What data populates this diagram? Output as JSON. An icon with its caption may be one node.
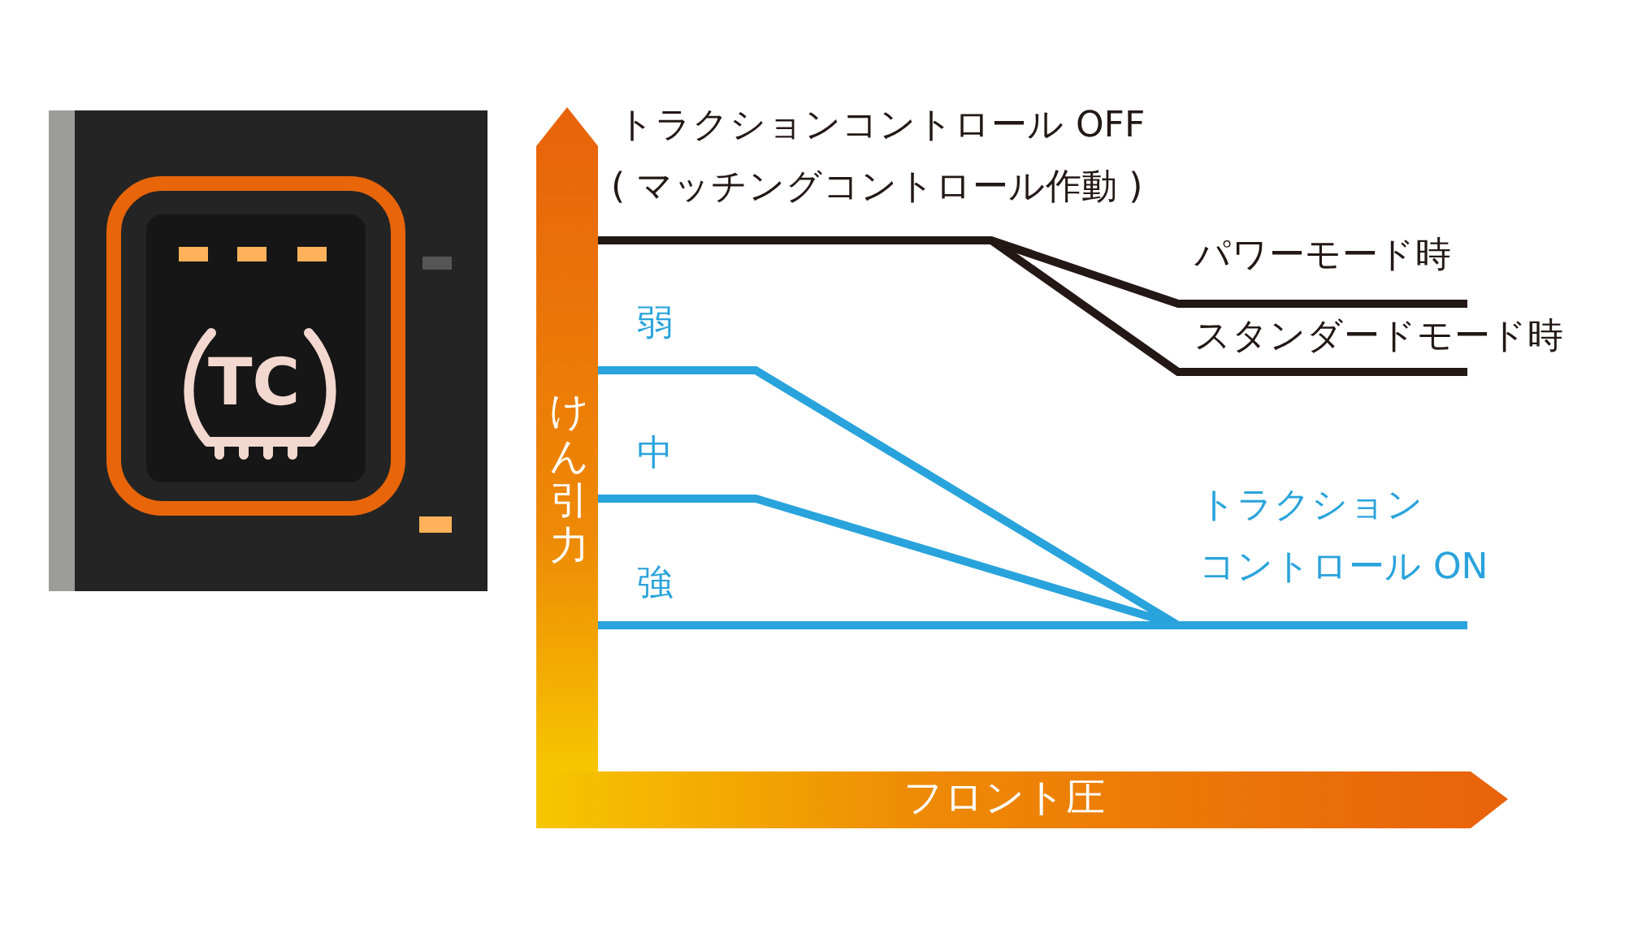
{
  "diagram": {
    "labels": [
      "TC",
      "トラクションコントロール OFF",
      "( マッチングコントロール作動 )",
      "パワーモード時",
      "スタンダードモード時",
      "弱",
      "けん引力",
      "中",
      "トラクション",
      "コントロール ON",
      "強",
      "フロント圧"
    ]
  }
}
